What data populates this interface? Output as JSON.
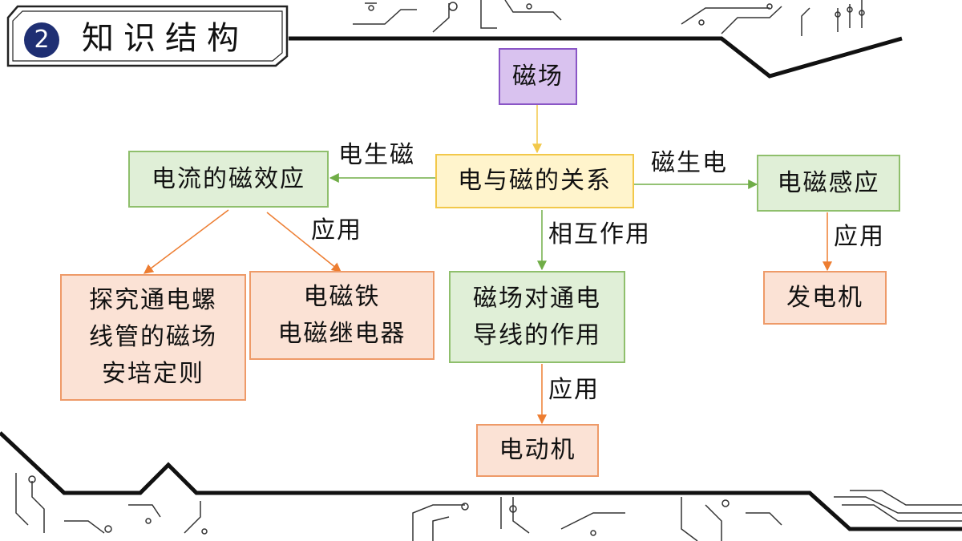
{
  "header": {
    "badge_number": "2",
    "title": "知识结构"
  },
  "nodes": {
    "magnetic_field": "磁场",
    "electric_magnetic_relation": "电与磁的关系",
    "current_magnetic_effect": "电流的磁效应",
    "electromagnetic_induction": "电磁感应",
    "solenoid_ampere": "探究通电螺\n线管的磁场\n安培定则",
    "electromagnet_relay": "电磁铁\n电磁继电器",
    "force_on_conductor": "磁场对通电\n导线的作用",
    "generator": "发电机",
    "motor": "电动机"
  },
  "labels": {
    "electricity_to_magnetism": "电生磁",
    "magnetism_to_electricity": "磁生电",
    "interaction": "相互作用",
    "application_left": "应用",
    "application_right": "应用",
    "application_center": "应用"
  },
  "colors": {
    "purple_fill": "#d9c2ef",
    "green_fill": "#e0efd7",
    "yellow_fill": "#fff4cc",
    "peach_fill": "#fbe2d5",
    "green_arrow": "#70ad47",
    "orange_arrow": "#ed7d31",
    "yellow_arrow": "#f2c84a",
    "badge": "#1f2f73"
  }
}
